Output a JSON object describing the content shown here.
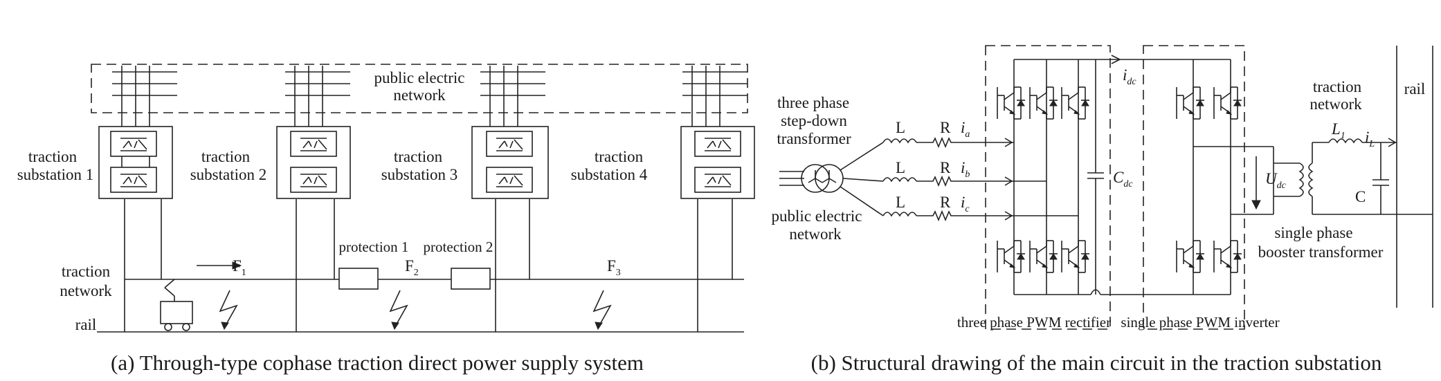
{
  "panel_a": {
    "caption": "(a) Through-type cophase traction direct power supply system",
    "public_network": [
      "public electric",
      "network"
    ],
    "substations": [
      [
        "traction",
        "substation 1"
      ],
      [
        "traction",
        "substation 2"
      ],
      [
        "traction",
        "substation 3"
      ],
      [
        "traction",
        "substation 4"
      ]
    ],
    "traction_network": [
      "traction",
      "network"
    ],
    "rail": "rail",
    "protection_1": "protection 1",
    "protection_2": "protection 2",
    "faults": [
      {
        "letter": "F",
        "sub": "1"
      },
      {
        "letter": "F",
        "sub": "2"
      },
      {
        "letter": "F",
        "sub": "3"
      }
    ]
  },
  "panel_b": {
    "caption": "(b) Structural drawing of the main circuit in the traction substation",
    "transformer": [
      "three phase",
      "step-down",
      "transformer"
    ],
    "public_network": [
      "public electric",
      "network"
    ],
    "L": "L",
    "R": "R",
    "currents": [
      {
        "letter": "i",
        "sub": "a"
      },
      {
        "letter": "i",
        "sub": "b"
      },
      {
        "letter": "i",
        "sub": "c"
      }
    ],
    "idc": {
      "letter": "i",
      "sub": "dc"
    },
    "cdc": {
      "letter": "C",
      "sub": "dc"
    },
    "udc": {
      "letter": "U",
      "sub": "dc"
    },
    "rectifier": "three phase PWM rectifier",
    "inverter": "single phase PWM inverter",
    "traction_network": [
      "traction",
      "network"
    ],
    "L1": {
      "letter": "L",
      "sub": "1"
    },
    "iL": {
      "letter": "i",
      "sub": "L"
    },
    "C": "C",
    "booster": [
      "single phase",
      "booster transformer"
    ],
    "rail": "rail"
  }
}
